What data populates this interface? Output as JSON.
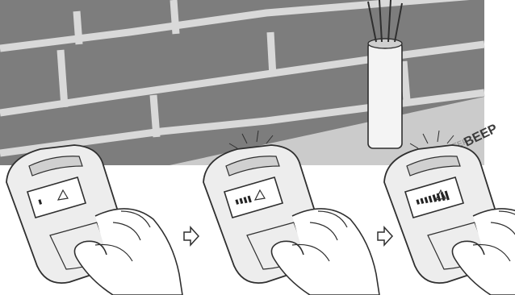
{
  "illustration": {
    "beep_labels": {
      "faint": "BEEP",
      "loud": "BEEP"
    },
    "steps": [
      {
        "signal_level": 0.15
      },
      {
        "signal_level": 0.5
      },
      {
        "signal_level": 1.0
      }
    ],
    "colors": {
      "wall_base": "#7d7d7d",
      "brick": "#8c8c8c",
      "mortar": "#d9d9d9",
      "device": "#ededed",
      "outline": "#2f2f2f",
      "pipe": "#f4f4f4"
    }
  }
}
